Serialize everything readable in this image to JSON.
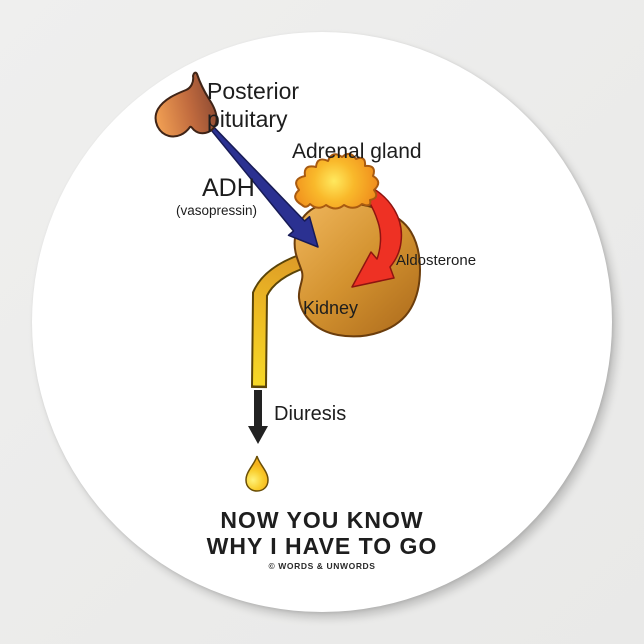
{
  "page": {
    "background_color": "#ececec",
    "sticker_fill": "#ffffff"
  },
  "diagram": {
    "labels": {
      "posterior_pituitary_line1": "Posterior",
      "posterior_pituitary_line2": "pituitary",
      "adrenal_gland": "Adrenal gland",
      "adh": "ADH",
      "adh_sub": "(vasopressin)",
      "aldosterone": "Aldosterone",
      "kidney": "Kidney",
      "diuresis": "Diuresis"
    },
    "colors": {
      "pituitary_light": "#e28a48",
      "pituitary_dark": "#8c4a33",
      "adh_arrow": "#2b3191",
      "adh_arrow_outline": "#171b56",
      "adrenal_orange": "#f08d1c",
      "adrenal_highlight": "#ffe95e",
      "kidney_light": "#ecb257",
      "kidney_dark": "#b06e1e",
      "aldosterone_arrow": "#ee3124",
      "aldosterone_outline": "#8e1410",
      "ureter_yellow": "#f2c41f",
      "diuresis_arrow": "#222222",
      "drop_yellow": "#f6b31c",
      "text": "#1d1d1d"
    }
  },
  "caption": {
    "line1": "NOW YOU KNOW",
    "line2": "WHY I HAVE TO GO",
    "credit": "© WORDS & UNWORDS"
  }
}
